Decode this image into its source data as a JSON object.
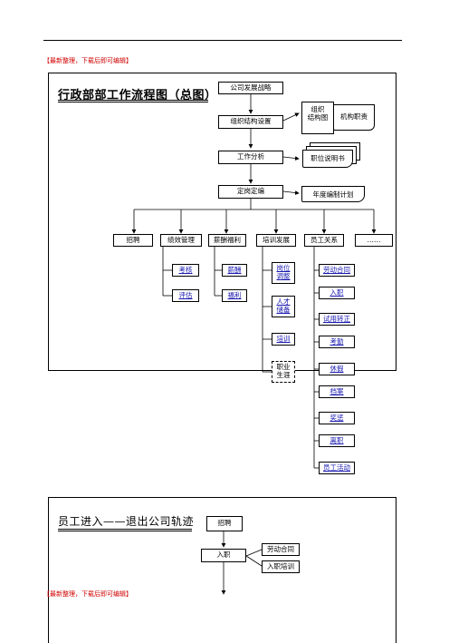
{
  "banner_text": "【最新整理，下载后即可编辑】",
  "colors": {
    "banner": "#d00000",
    "link": "#1a1ab0"
  },
  "panel1": {
    "title": "行政部部工作流程图（总图）",
    "strategy": "公司发展战略",
    "org_setup": "组织结构设置",
    "org_chart": "组织\n结构图",
    "org_duties": "机构职责",
    "job_analysis": "工作分析",
    "job_desc": "职位说明书",
    "staffing": "定岗定编",
    "annual_plan": "年度编制计划",
    "categories": [
      "招聘",
      "绩效管理",
      "薪酬福利",
      "培训发展",
      "员工关系",
      "……"
    ],
    "perf_items": [
      "考核",
      "评估"
    ],
    "comp_items": [
      "薪酬",
      "福利"
    ],
    "training_items": [
      "岗位\n调整",
      "人才\n储备",
      "培训",
      "职业\n生涯"
    ],
    "relations_items": [
      "劳动合同",
      "入职",
      "试用转正",
      "考勤",
      "休假",
      "档案",
      "奖惩",
      "离职",
      "员工活动"
    ]
  },
  "panel2": {
    "title": "员工进入——退出公司轨迹",
    "recruit": "招聘",
    "onboard": "入职",
    "labor_contract": "劳动合同",
    "onboard_training": "入职培训"
  }
}
